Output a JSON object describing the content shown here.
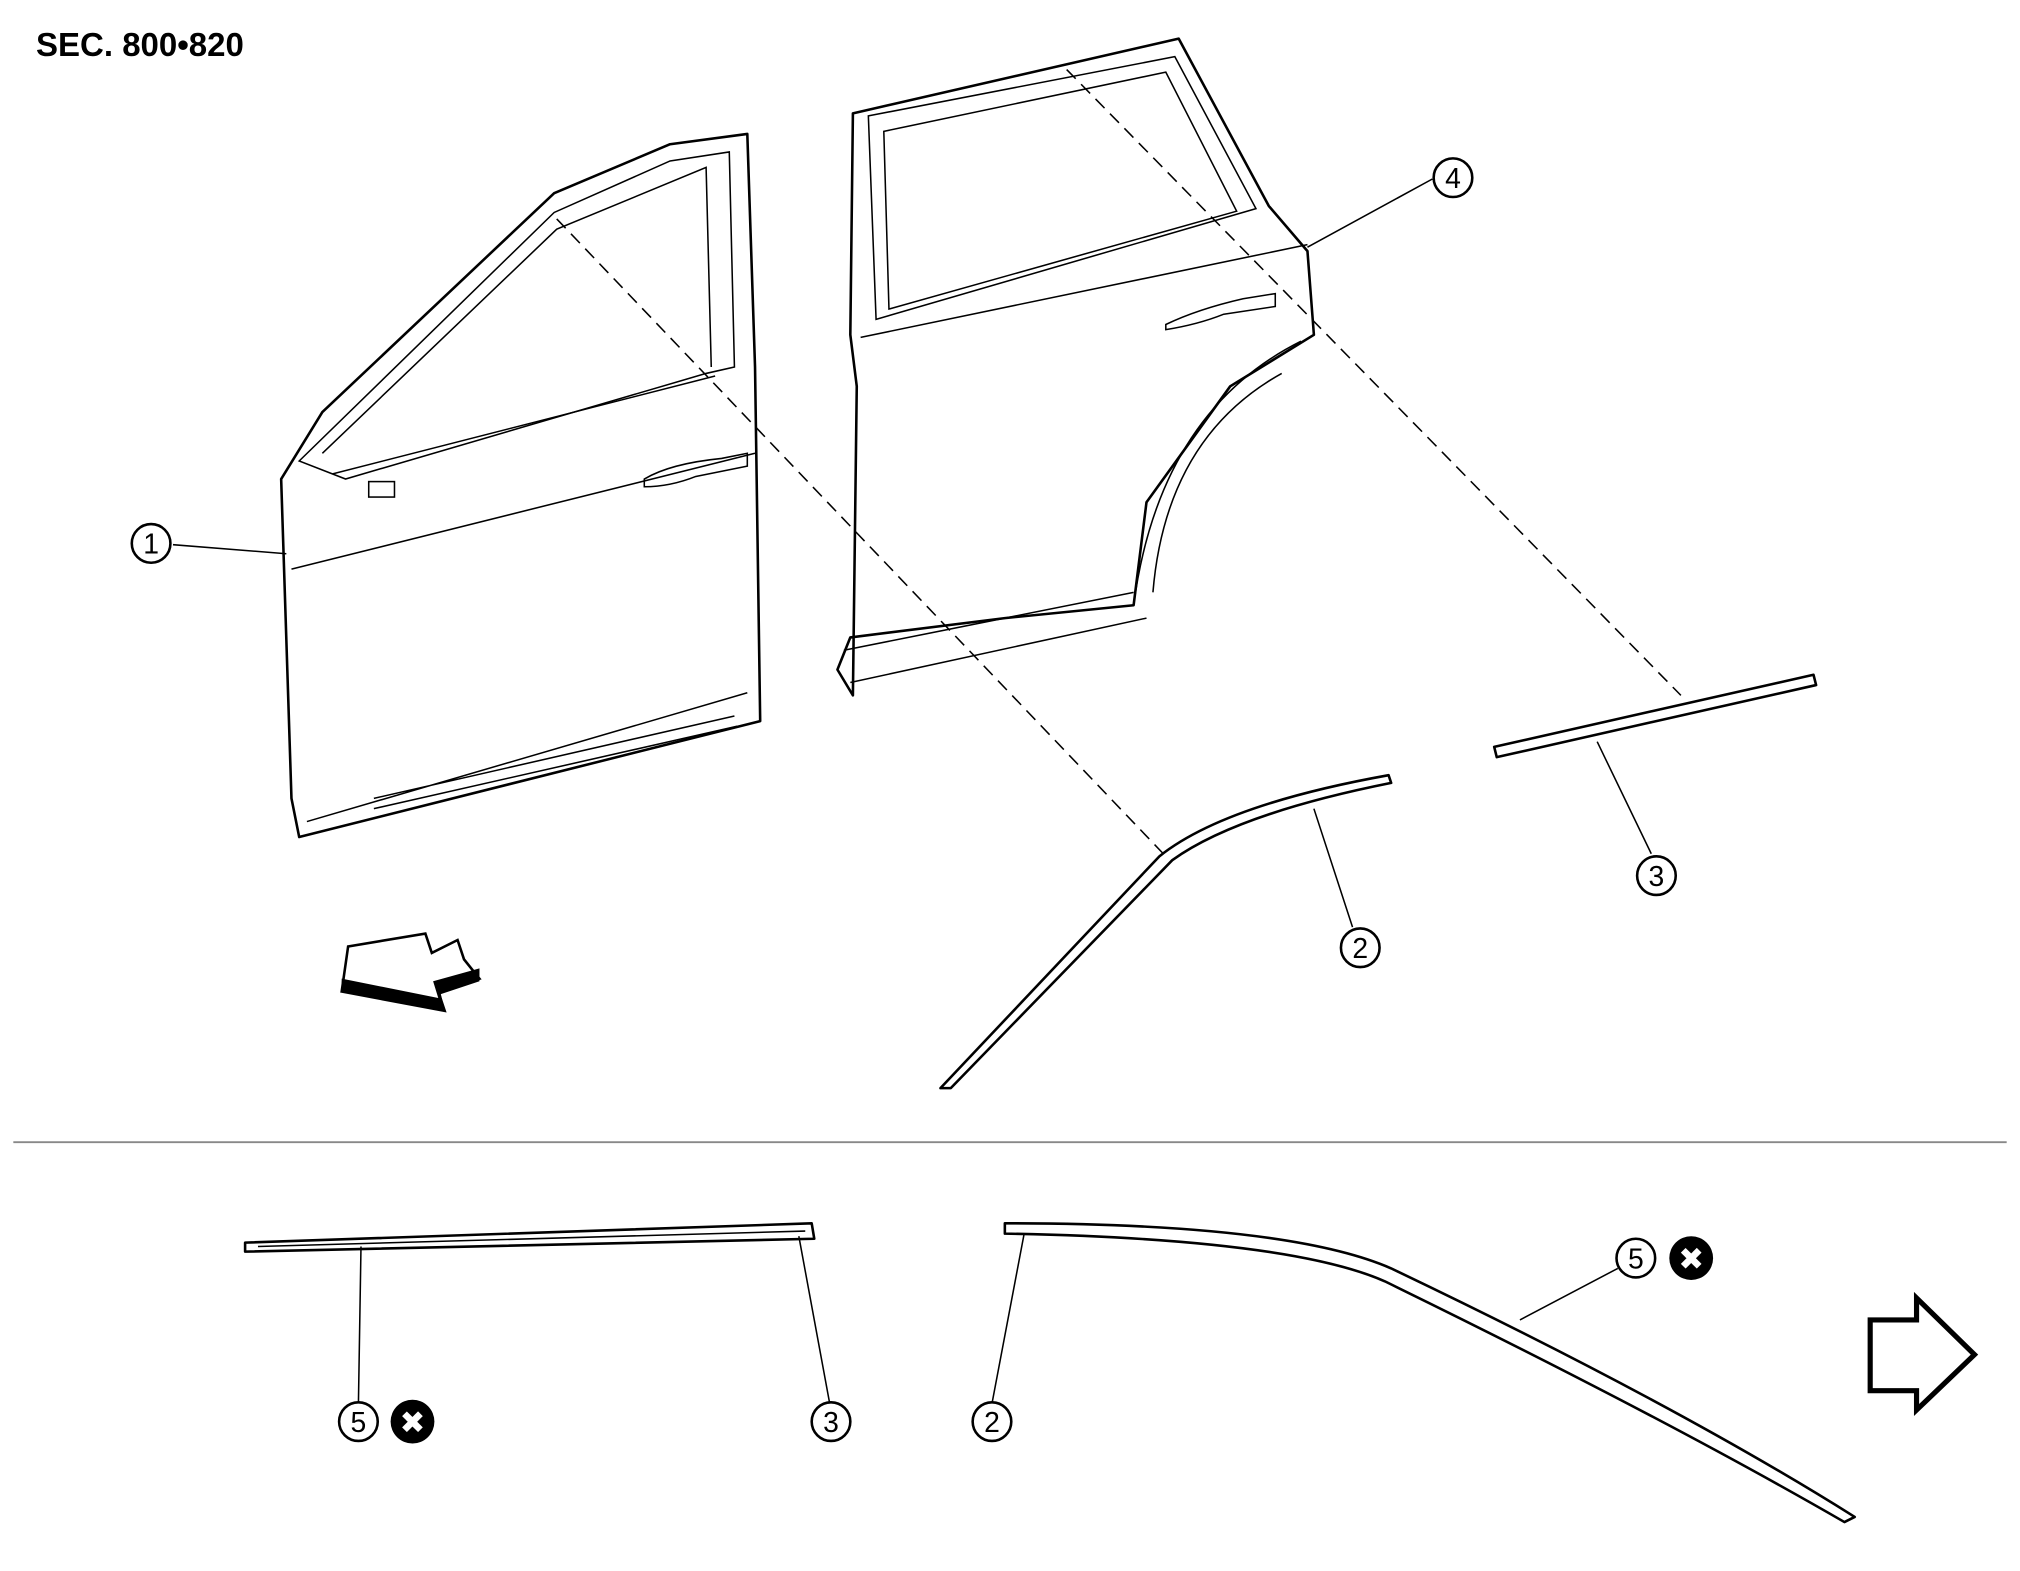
{
  "title": "SEC. 800•820",
  "callouts": {
    "front_door": "1",
    "front_sash_moulding": "2",
    "rear_sash_moulding": "3",
    "rear_door": "4",
    "clip_rear": "5",
    "moulding_3_detail": "3",
    "moulding_2_detail": "2",
    "clip_front": "5"
  },
  "icons": {
    "front_arrow": "front-direction-arrow-icon",
    "next_arrow": "next-page-arrow-icon",
    "not_reusable": "x-circle-icon"
  },
  "not_reusable_symbol": "✖"
}
